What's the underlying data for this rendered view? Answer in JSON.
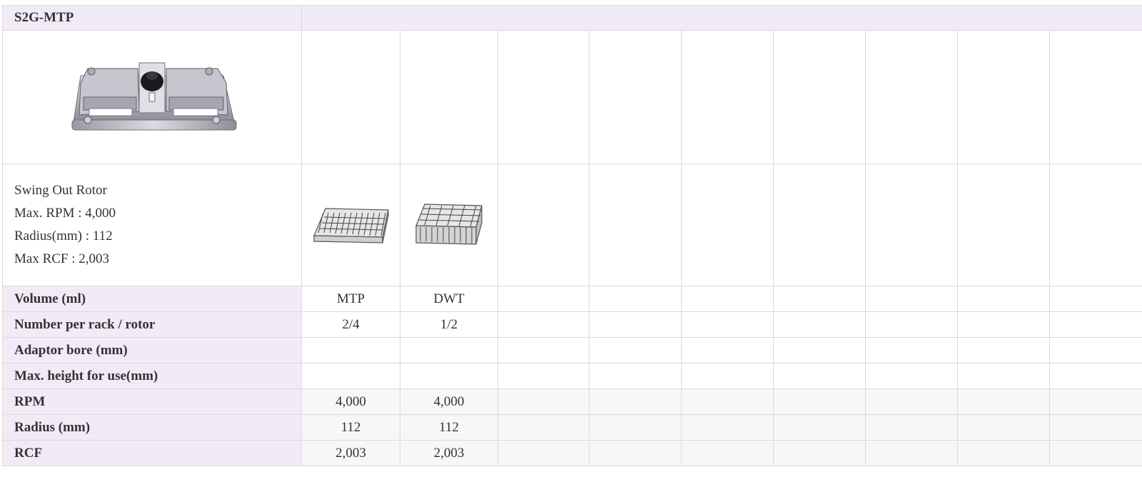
{
  "title": "S2G-MTP",
  "rotor_description": [
    "Swing Out Rotor",
    "Max. RPM : 4,000",
    "Radius(mm) : 112",
    "Max RCF : 2,003"
  ],
  "rows": [
    {
      "label": "Volume (ml)",
      "values": [
        "MTP",
        "DWT"
      ],
      "shaded": false
    },
    {
      "label": "Number per rack / rotor",
      "values": [
        "2/4",
        "1/2"
      ],
      "shaded": false
    },
    {
      "label": "Adaptor bore (mm)",
      "values": [
        "",
        ""
      ],
      "shaded": false
    },
    {
      "label": "Max. height for use(mm)",
      "values": [
        "",
        ""
      ],
      "shaded": false
    },
    {
      "label": "RPM",
      "values": [
        "4,000",
        "4,000"
      ],
      "shaded": true
    },
    {
      "label": "Radius (mm)",
      "values": [
        "112",
        "112"
      ],
      "shaded": true
    },
    {
      "label": "RCF",
      "values": [
        "2,003",
        "2,003"
      ],
      "shaded": true
    }
  ],
  "colors": {
    "header_bg": "#f1eaf7",
    "header_text": "#9b609b",
    "border": "#d9d9d9",
    "shaded_bg": "#f7f7f7"
  }
}
